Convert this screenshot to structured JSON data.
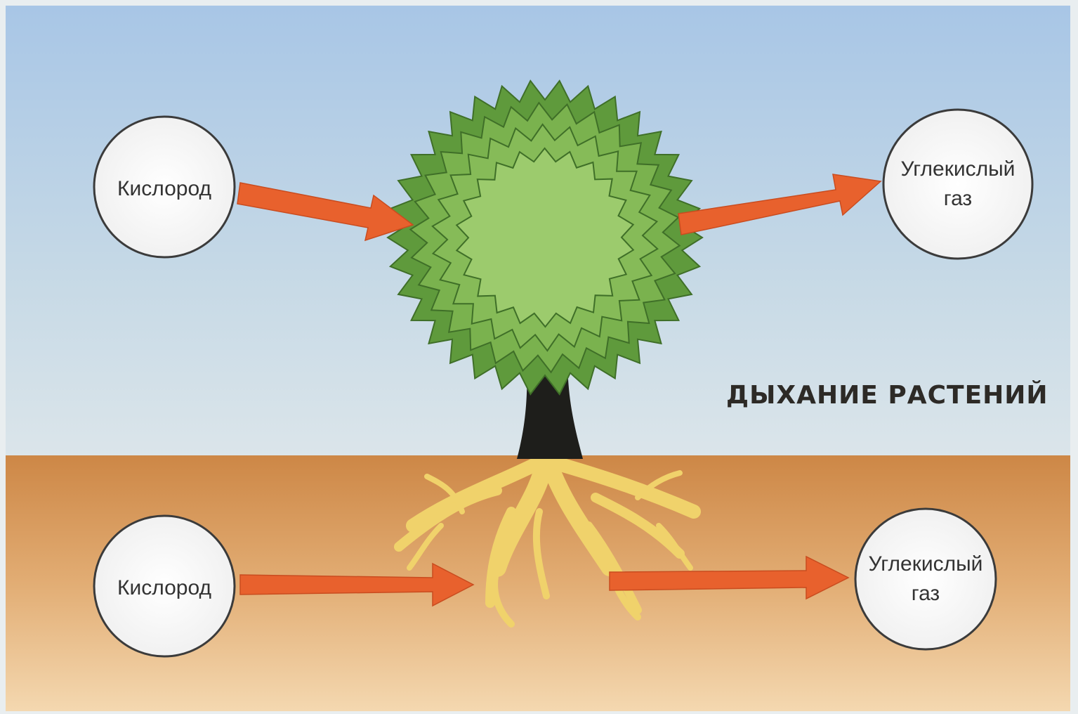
{
  "title": "ДЫХАНИЕ РАСТЕНИЙ",
  "top_left_bubble": {
    "lines": [
      "Кислород"
    ]
  },
  "top_right_bubble": {
    "lines": [
      "Углекислый",
      "газ"
    ]
  },
  "bottom_left_bubble": {
    "lines": [
      "Кислород"
    ]
  },
  "bottom_right_bubble": {
    "lines": [
      "Углекислый",
      "газ"
    ]
  },
  "colors": {
    "sky_top": "#a9c7e6",
    "sky_bottom": "#d8e4ea",
    "soil_top": "#cf8a48",
    "soil_bottom": "#f2d2a8",
    "arrow": "#e9622e",
    "leaf_dark": "#5f9a3c",
    "leaf_mid": "#7ab24e",
    "leaf_light": "#9ccb6d",
    "trunk": "#1d1d1a",
    "roots": "#f1d36c"
  }
}
